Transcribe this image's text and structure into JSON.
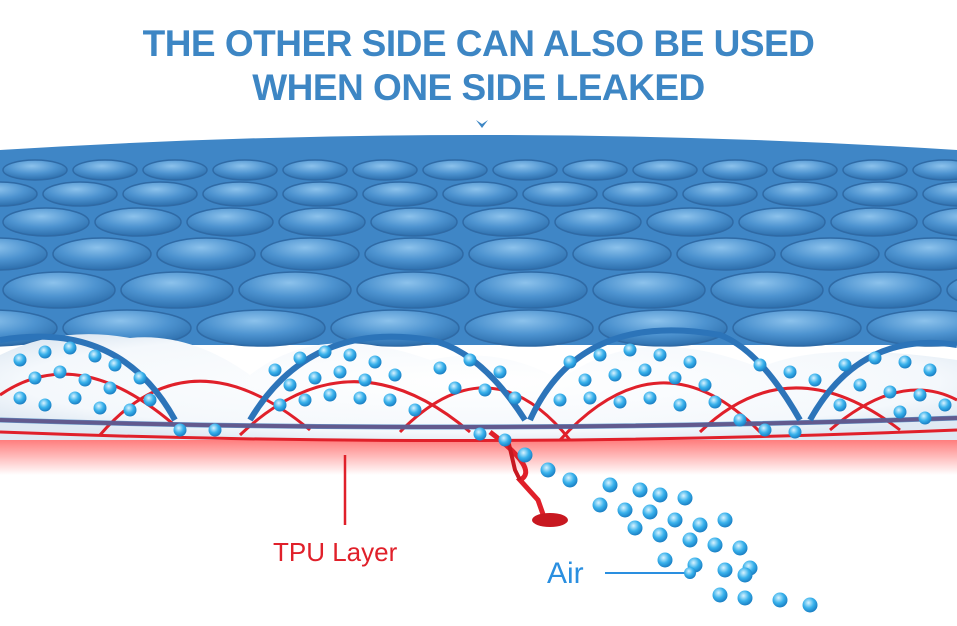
{
  "headline": {
    "line1": "THE OTHER SIDE CAN ALSO BE USED",
    "line2": "WHEN ONE SIDE LEAKED"
  },
  "labels": {
    "tpu": "TPU Layer",
    "air": "Air"
  },
  "icons": {
    "headline_pointer": "chevron-down-icon"
  },
  "colors": {
    "headline": "#3d86c4",
    "mat_blue": "#4a90cf",
    "tpu_red": "#e0202a",
    "air_text": "#2a8fe0",
    "bubble": "#2aa7e6"
  }
}
